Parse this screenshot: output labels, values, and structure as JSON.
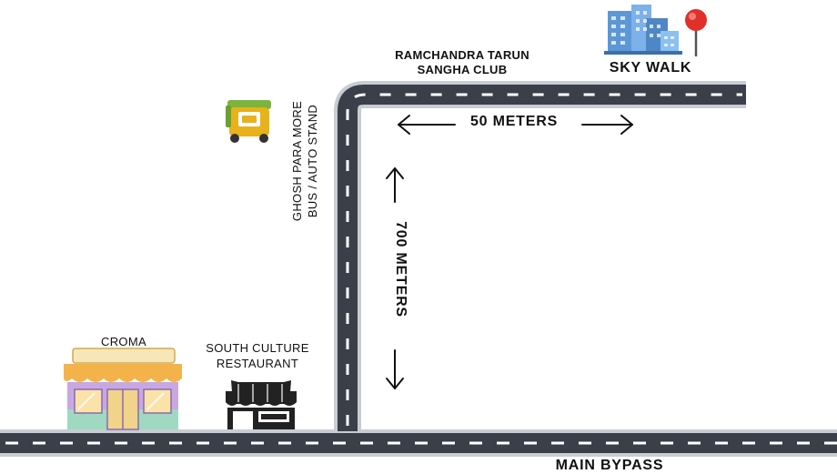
{
  "title": "",
  "places": {
    "ramchandra_line1": "RAMCHANDRA TARUN",
    "ramchandra_line2": "SANGHA CLUB",
    "sky_walk": "SKY WALK",
    "ghosh_line1": "GHOSH PARA MORE",
    "ghosh_line2": "BUS / AUTO STAND",
    "croma": "CROMA",
    "south_line1": "SOUTH CULTURE",
    "south_line2": "RESTAURANT",
    "main_bypass": "MAIN BYPASS"
  },
  "distances": {
    "horizontal": "50 METERS",
    "vertical": "700 METERS"
  },
  "icons": {
    "auto": "auto-rickshaw-icon",
    "sky_walk_buildings": "buildings-icon",
    "destination": "map-pin-icon",
    "croma_store": "store-icon",
    "restaurant": "restaurant-icon"
  },
  "colors": {
    "road": "#3a3f4a",
    "road_edge": "#c9ccd2",
    "lane_dash": "#ffffff",
    "pin": "#e0302a",
    "auto_body": "#e8b21c",
    "auto_canopy": "#7bb53b",
    "croma_awning": "#f3b34a",
    "croma_wall": "#c9a7e0",
    "croma_base": "#9fd9c2",
    "restaurant": "#222222",
    "building_blue": "#6aa3e0"
  }
}
